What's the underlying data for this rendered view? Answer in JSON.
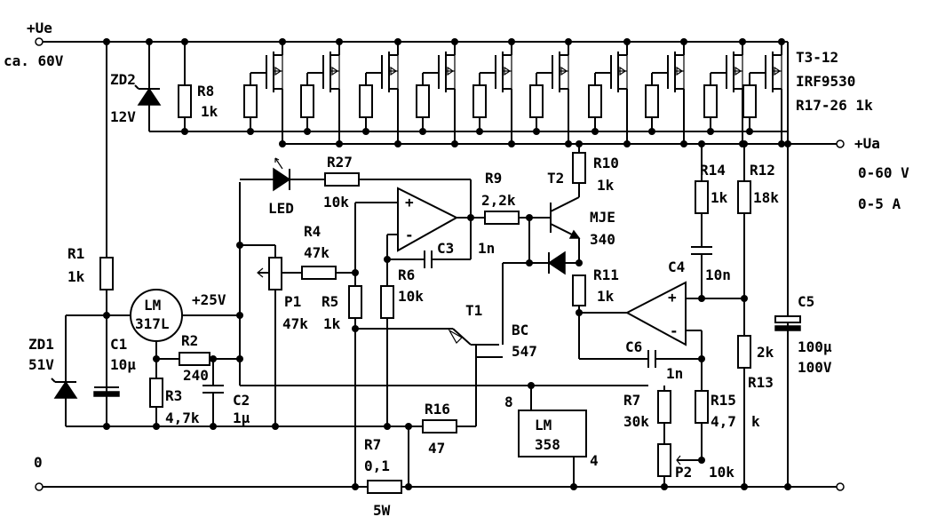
{
  "labels": {
    "ue": "+Ue",
    "ue_note": "ca. 60V",
    "zero": "0",
    "ua": "+Ua",
    "ua_range_v": "0-60 V",
    "ua_range_a": "0-5 A",
    "zd2": "ZD2",
    "zd2_val": "12V",
    "r8": "R8",
    "r8_val": "1k",
    "t3": "T3-12",
    "t3_type": "IRF9530",
    "r17": "R17-26 1k",
    "r1": "R1",
    "r1_val": "1k",
    "zd1": "ZD1",
    "zd1_val": "51V",
    "c1": "C1",
    "c1_val": "10µ",
    "lm317_a": "LM",
    "lm317_b": "317L",
    "v25": "+25V",
    "r2": "R2",
    "r2_val": "240",
    "r3": "R3",
    "r3_val": "4,7k",
    "c2": "C2",
    "c2_val": "1µ",
    "led": "LED",
    "r27": "R27",
    "r27_val": "10k",
    "r4": "R4",
    "r4_val": "47k",
    "p1": "P1",
    "p1_val": "47k",
    "r5": "R5",
    "r5_val": "1k",
    "r6": "R6",
    "r6_val": "10k",
    "c3": "C3",
    "c3_val": "1n",
    "r9": "R9",
    "r9_val": "2,2k",
    "t2": "T2",
    "t2_type_a": "MJE",
    "t2_type_b": "340",
    "r10": "R10",
    "r10_val": "1k",
    "r11": "R11",
    "r11_val": "1k",
    "t1": "T1",
    "t1_type_a": "BC",
    "t1_type_b": "547",
    "r14": "R14",
    "r14_val": "1k",
    "r12": "R12",
    "r12_val": "18k",
    "c4": "C4",
    "c4_val": "10n",
    "c5": "C5",
    "c5_val_a": "100µ",
    "c5_val_b": "100V",
    "c6": "C6",
    "c6_val": "1n",
    "r13": "R13",
    "r13_val": "2k",
    "r7a": "R7",
    "r7a_val": "30k",
    "r15": "R15",
    "r15_val_a": "4,7",
    "r15_val_b": "k",
    "p2": "P2",
    "p2_val": "10k",
    "lm358_a": "LM",
    "lm358_b": "358",
    "pin8": "8",
    "pin4": "4",
    "r16": "R16",
    "r16_val": "47",
    "r7s": "R7",
    "r7s_val": "0,1",
    "r7s_power": "5W"
  }
}
